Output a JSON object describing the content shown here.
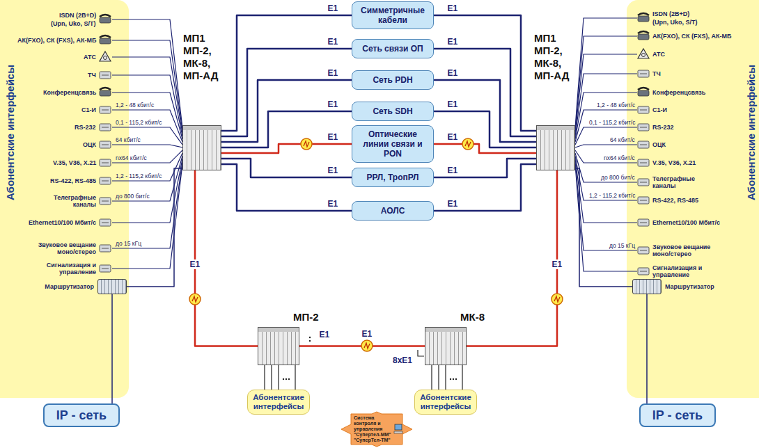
{
  "diagram": {
    "nodes": [
      {
        "text": [
          "Абонентские интерфейсы"
        ]
      },
      {
        "text": [
          "МП1 МП-2, МК-8, МП-АД"
        ]
      },
      {
        "text": [
          "Симметричные кабели"
        ]
      },
      {
        "text": [
          "Сеть связи ОП"
        ]
      },
      {
        "text": [
          "Сеть PDH"
        ]
      },
      {
        "text": [
          "Сеть SDH"
        ]
      },
      {
        "text": [
          "Оптические линии связи и PON"
        ]
      },
      {
        "text": [
          "РРЛ, ТропРЛ"
        ]
      },
      {
        "text": [
          "АОЛС"
        ]
      },
      {
        "text": [
          "МП1 МП-2, МК-8, МП-АД"
        ]
      },
      {
        "text": [
          "Абонентские интерфейсы"
        ]
      },
      {
        "text": [
          "Маршрутизатор"
        ],
        "in": 0
      },
      {
        "text": [
          "IP - сеть"
        ]
      },
      {
        "text": [
          "Маршрутизатор"
        ],
        "in": 10
      },
      {
        "text": [
          "IP - сеть"
        ]
      },
      {
        "text": [
          "МП-2"
        ]
      },
      {
        "text": [
          "МК-8"
        ]
      },
      {
        "text": [
          "Абонентские интерфейсы"
        ]
      },
      {
        "text": [
          "Абонентские интерфейсы"
        ]
      },
      {
        "text": [
          "Система контроля и управления \"Супертел-ММ\" \"СуперТел-ТМ\""
        ]
      }
    ],
    "edges": [
      {
        "from": 1,
        "to": 2,
        "arrow": "none",
        "label": "E1"
      },
      {
        "from": 1,
        "to": 3,
        "arrow": "none",
        "label": "E1"
      },
      {
        "from": 1,
        "to": 4,
        "arrow": "none",
        "label": "E1"
      },
      {
        "from": 1,
        "to": 5,
        "arrow": "none",
        "label": "E1"
      },
      {
        "from": 1,
        "to": 6,
        "arrow": "none",
        "label": "E1"
      },
      {
        "from": 1,
        "to": 7,
        "arrow": "none",
        "label": "E1"
      },
      {
        "from": 1,
        "to": 8,
        "arrow": "none",
        "label": "E1"
      },
      {
        "from": 2,
        "to": 9,
        "arrow": "none",
        "label": "E1"
      },
      {
        "from": 3,
        "to": 9,
        "arrow": "none",
        "label": "E1"
      },
      {
        "from": 4,
        "to": 9,
        "arrow": "none",
        "label": "E1"
      },
      {
        "from": 5,
        "to": 9,
        "arrow": "none",
        "label": "E1"
      },
      {
        "from": 6,
        "to": 9,
        "arrow": "none",
        "label": "E1"
      },
      {
        "from": 7,
        "to": 9,
        "arrow": "none",
        "label": "E1"
      },
      {
        "from": 8,
        "to": 9,
        "arrow": "none",
        "label": "E1"
      },
      {
        "from": 1,
        "to": 15,
        "arrow": "none",
        "label": "E1"
      },
      {
        "from": 15,
        "to": 16,
        "arrow": "none",
        "label": "E1"
      },
      {
        "from": 16,
        "to": 9,
        "arrow": "none",
        "label": "E1"
      },
      {
        "from": 15,
        "to": 17,
        "arrow": "none"
      },
      {
        "from": 16,
        "to": 18,
        "arrow": "none"
      },
      {
        "from": 11,
        "to": 1,
        "arrow": "none"
      },
      {
        "from": 11,
        "to": 12,
        "arrow": "none"
      },
      {
        "from": 13,
        "to": 9,
        "arrow": "none"
      },
      {
        "from": 13,
        "to": 14,
        "arrow": "none"
      }
    ],
    "labels": [
      "ISDN (2B+D)",
      "(Upn, Uko, S/T)",
      "АК(FXO), СК (FXS), АК-МБ",
      "АТС",
      "ТЧ",
      "Конференцсвязь",
      "С1-И",
      "1,2 - 48 кбит/с",
      "RS-232",
      "0,1 - 115,2 кбит/с",
      "ОЦК",
      "64 кбит/с",
      "V.35, V36, X.21",
      "nx64 кбит/с",
      "RS-422, RS-485",
      "1,2 - 115,2 кбит/с",
      "Телеграфные каналы",
      "до 800 бит/с",
      "Ethernet10/100 Мбит/с",
      "Звуковое вещание моно/стерео",
      "до 15 кГц",
      "Сигнализация и управление",
      "ISDN (2B+D)",
      "(Upn, Uko, S/T)",
      "АК(FXO), СК (FXS), АК-МБ",
      "АТС",
      "ТЧ",
      "Конференцсвязь",
      "1,2 - 48 кбит/с",
      "С1-И",
      "0,1 - 115,2 кбит/с",
      "RS-232",
      "64 кбит/с",
      "ОЦК",
      "nx64 кбит/с",
      "V.35, V36, X.21",
      "до 800 бит/с",
      "Телеграфные каналы",
      "1,2 - 115,2 кбит/с",
      "RS-422, RS-485",
      "Ethernet10/100 Мбит/с",
      "до 15 кГц",
      "Звуковое вещание моно/стерео",
      "Сигнализация и управление",
      "E1",
      "8xE1"
    ]
  }
}
